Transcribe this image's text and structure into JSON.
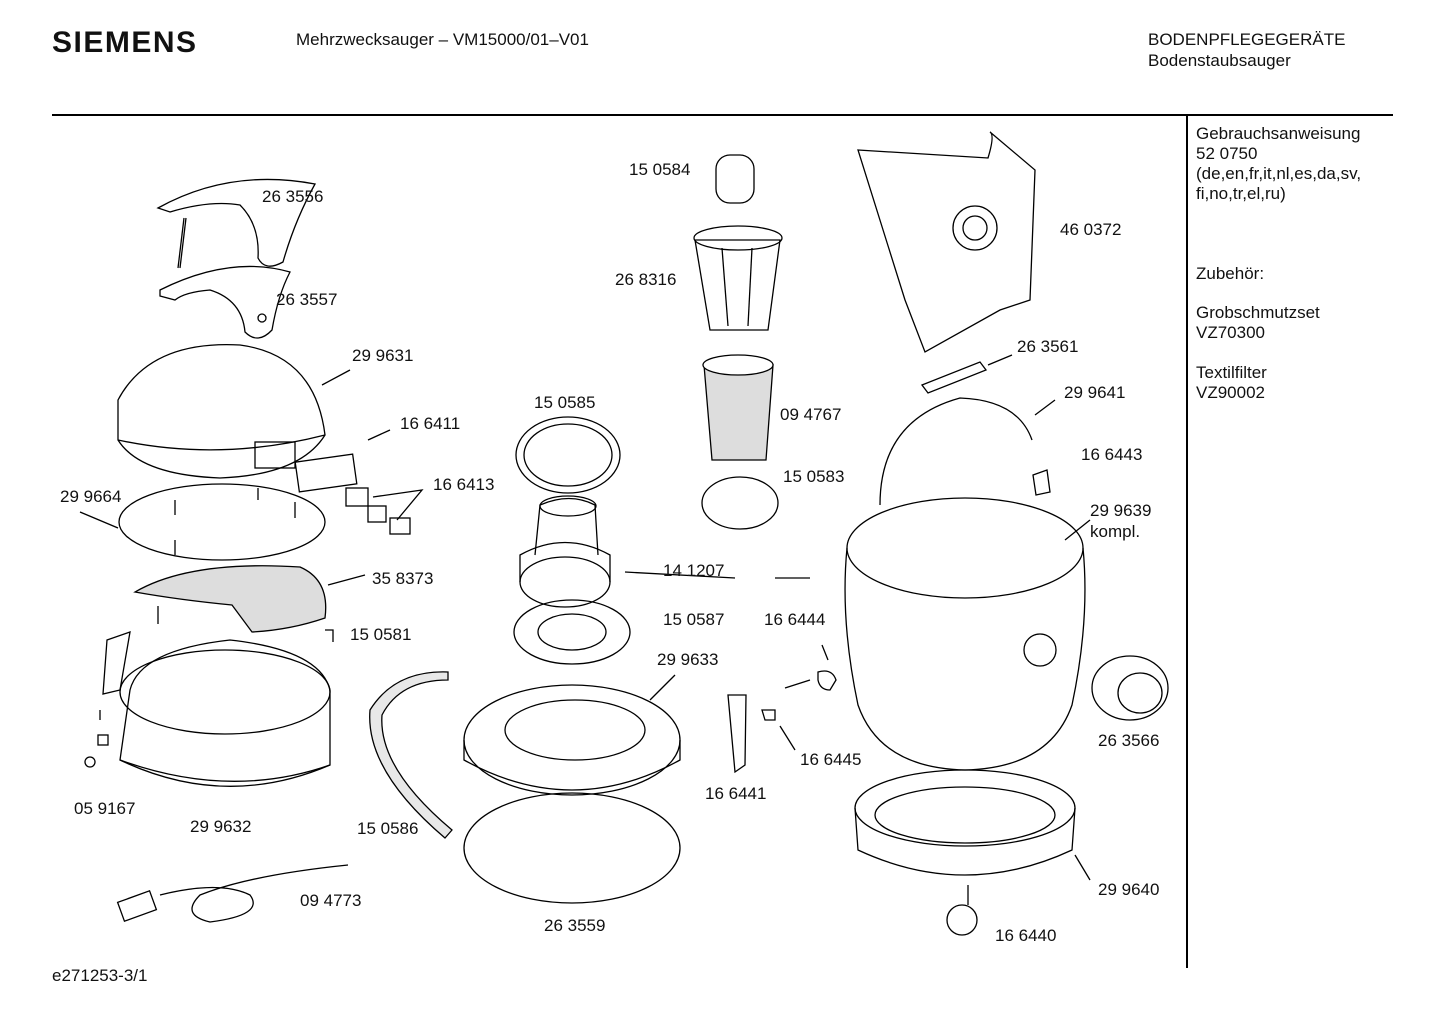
{
  "header": {
    "brand": "SIEMENS",
    "model": "Mehrzwecksauger – VM15000/01–V01",
    "category": "BODENPFLEGEGERÄTE",
    "subcategory": "Bodenstaubsauger"
  },
  "sidebar": {
    "manual_title": "Gebrauchsanweisung",
    "manual_number": "52 0750",
    "manual_langs_1": "(de,en,fr,it,nl,es,da,sv,",
    "manual_langs_2": "fi,no,tr,el,ru)",
    "accessories_label": "Zubehör:",
    "acc1_name": "Grobschmutzset",
    "acc1_code": "VZ70300",
    "acc2_name": "Textilfilter",
    "acc2_code": "VZ90002"
  },
  "footer": {
    "drawing_id": "e271253-3/1"
  },
  "parts": [
    "26 3556",
    "26 3557",
    "29 9631",
    "16 6411",
    "16 6413",
    "29 9664",
    "35 8373",
    "15 0581",
    "05 9167",
    "29 9632",
    "15 0586",
    "09 4773",
    "15 0584",
    "26 8316",
    "09 4767",
    "15 0585",
    "15 0583",
    "14 1207",
    "15 0587",
    "29 9633",
    "26 3559",
    "16 6444",
    "16 6445",
    "16 6441",
    "46 0372",
    "26 3561",
    "29 9641",
    "16 6443",
    "29 9639",
    "kompl.",
    "26 3566",
    "29 9640",
    "16 6440"
  ]
}
